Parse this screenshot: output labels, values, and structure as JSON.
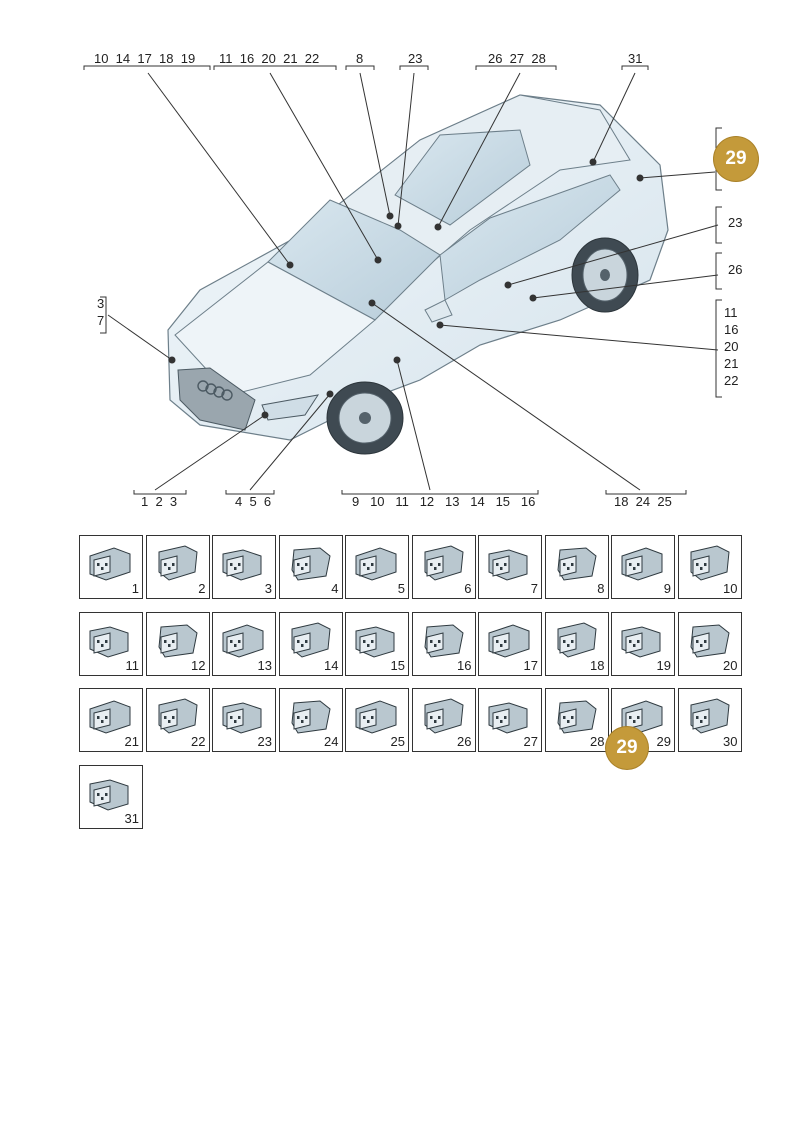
{
  "callouts": {
    "top_group_1": "10  14  17  18  19",
    "top_group_2": "11  16  20  21  22",
    "top_group_3": "8",
    "top_group_4": "23",
    "top_group_5": "26  27  28",
    "top_group_6": "31",
    "left_group": "3\n7",
    "right_group_1": "23",
    "right_group_2": "26",
    "right_group_3": "11\n16\n20\n21\n22",
    "bottom_group_1": "1  2  3",
    "bottom_group_2": "4  5  6",
    "bottom_group_3": "9   10   11   12   13   14   15   16",
    "bottom_group_4": "18  24  25"
  },
  "highlight": {
    "number": "29",
    "color": "#c49a3a"
  },
  "connectors": [
    {
      "num": "1"
    },
    {
      "num": "2"
    },
    {
      "num": "3"
    },
    {
      "num": "4"
    },
    {
      "num": "5"
    },
    {
      "num": "6"
    },
    {
      "num": "7"
    },
    {
      "num": "8"
    },
    {
      "num": "9"
    },
    {
      "num": "10"
    },
    {
      "num": "11"
    },
    {
      "num": "12"
    },
    {
      "num": "13"
    },
    {
      "num": "14"
    },
    {
      "num": "15"
    },
    {
      "num": "16"
    },
    {
      "num": "17"
    },
    {
      "num": "18"
    },
    {
      "num": "19"
    },
    {
      "num": "20"
    },
    {
      "num": "21"
    },
    {
      "num": "22"
    },
    {
      "num": "23"
    },
    {
      "num": "24"
    },
    {
      "num": "25"
    },
    {
      "num": "26"
    },
    {
      "num": "27"
    },
    {
      "num": "28"
    },
    {
      "num": "29"
    },
    {
      "num": "30"
    },
    {
      "num": "31"
    }
  ]
}
